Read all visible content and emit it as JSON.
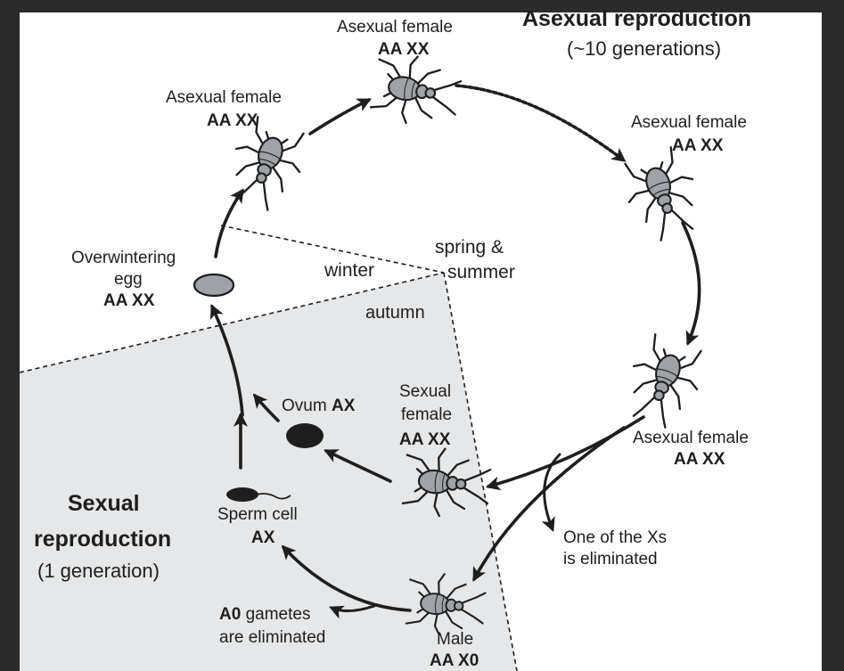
{
  "colors": {
    "page_frame": "#2b2b2b",
    "panel_bg": "#ffffff",
    "sexual_zone_bg": "#e6e7e8",
    "aphid_body": "#9fa3a8",
    "ink": "#1e1e1e"
  },
  "asexual_reproduction": {
    "title": "Asexual reproduction",
    "subtitle": "(~10 generations)"
  },
  "sexual_reproduction": {
    "title_line1": "Sexual",
    "title_line2": "reproduction",
    "subtitle": "(1 generation)"
  },
  "seasons": {
    "winter": "winter",
    "spring_summer_line1": "spring &",
    "spring_summer_line2": "summer",
    "autumn": "autumn"
  },
  "stages": {
    "asexual_female_top": {
      "label": "Asexual female",
      "genotype": "AA XX"
    },
    "asexual_female_upper_left": {
      "label": "Asexual female",
      "genotype": "AA XX"
    },
    "asexual_female_right": {
      "label": "Asexual female",
      "genotype": "AA XX"
    },
    "asexual_female_lower_right": {
      "label": "Asexual female",
      "genotype": "AA XX"
    },
    "overwintering_egg": {
      "label_line1": "Overwintering",
      "label_line2": "egg",
      "genotype": "AA XX"
    },
    "ovum": {
      "label": "Ovum",
      "genotype": "AX"
    },
    "sexual_female": {
      "label_line1": "Sexual",
      "label_line2": "female",
      "genotype": "AA XX"
    },
    "sperm_cell": {
      "label": "Sperm cell",
      "genotype": "AX"
    },
    "male": {
      "label": "Male",
      "genotype": "AA X0"
    }
  },
  "notes": {
    "x_elimination_line1": "One of the Xs",
    "x_elimination_line2": "is eliminated",
    "a0_gametes_bold": "A0",
    "a0_gametes_line1_rest": " gametes",
    "a0_gametes_line2": "are eliminated"
  },
  "icons": {
    "aphid": "aphid-icon",
    "egg": "egg-icon",
    "ovum": "ovum-icon",
    "sperm": "sperm-icon",
    "arrow": "arrow-icon"
  }
}
